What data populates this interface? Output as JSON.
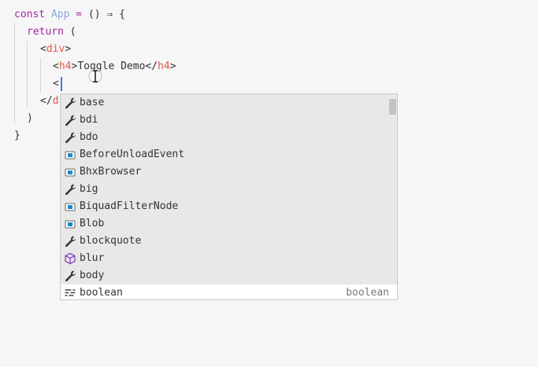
{
  "code": {
    "line1": {
      "kw": "const",
      "name": "App",
      "op": "=",
      "rest": "() ⇒ {"
    },
    "line2": {
      "kw": "return",
      "rest": "("
    },
    "line3": {
      "open": "<",
      "tag": "div",
      "close": ">"
    },
    "line4": {
      "open": "<",
      "tag": "h4",
      "mid": ">",
      "text": "Toggle Demo",
      "open2": "</",
      "tag2": "h4",
      "close2": ">"
    },
    "line5": {
      "text": "<"
    },
    "line6": {
      "open": "</",
      "tag": "d"
    },
    "line7": {
      "text": ")"
    },
    "line8": {
      "text": "}"
    }
  },
  "suggestions": {
    "items": [
      {
        "label": "base",
        "icon": "wrench-icon",
        "detail": ""
      },
      {
        "label": "bdi",
        "icon": "wrench-icon",
        "detail": ""
      },
      {
        "label": "bdo",
        "icon": "wrench-icon",
        "detail": ""
      },
      {
        "label": "BeforeUnloadEvent",
        "icon": "class-icon",
        "detail": ""
      },
      {
        "label": "BhxBrowser",
        "icon": "class-icon",
        "detail": ""
      },
      {
        "label": "big",
        "icon": "wrench-icon",
        "detail": ""
      },
      {
        "label": "BiquadFilterNode",
        "icon": "class-icon",
        "detail": ""
      },
      {
        "label": "Blob",
        "icon": "class-icon",
        "detail": ""
      },
      {
        "label": "blockquote",
        "icon": "wrench-icon",
        "detail": ""
      },
      {
        "label": "blur",
        "icon": "cube-icon",
        "detail": ""
      },
      {
        "label": "body",
        "icon": "wrench-icon",
        "detail": ""
      },
      {
        "label": "boolean",
        "icon": "keyword-icon",
        "detail": "boolean"
      }
    ],
    "selected_index": 11
  },
  "colors": {
    "keyword": "#a626a4",
    "identifier": "#89a8d6",
    "tag": "#e45649",
    "cursor": "#3b7ddd",
    "class_icon": "#1e88c7",
    "cube_icon": "#8a3fc6"
  }
}
